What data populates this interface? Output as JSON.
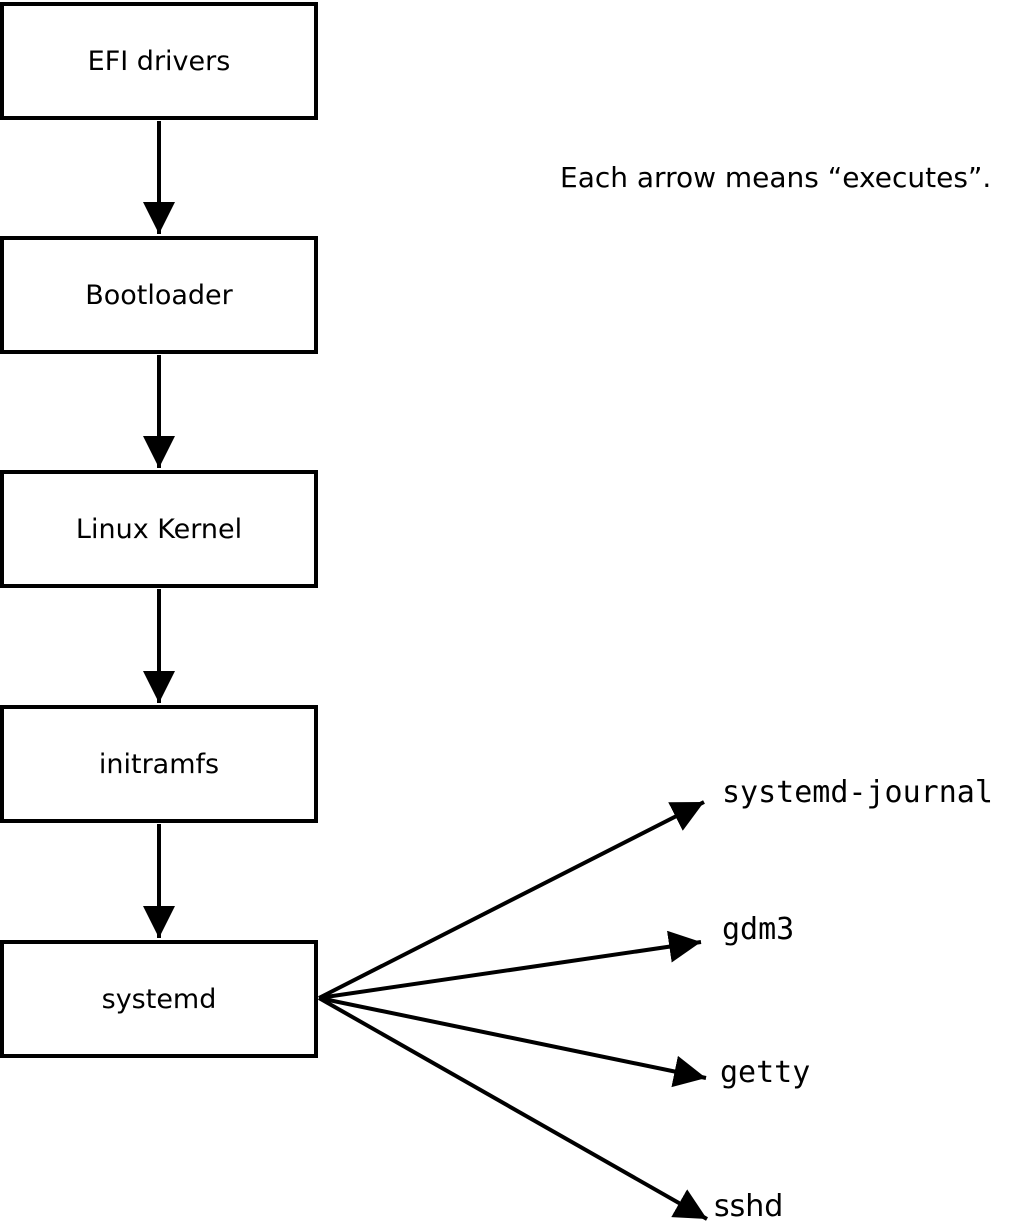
{
  "note": "Each arrow means “executes”.",
  "boot_chain": [
    {
      "label": "EFI drivers"
    },
    {
      "label": "Bootloader"
    },
    {
      "label": "Linux Kernel"
    },
    {
      "label": "initramfs"
    },
    {
      "label": "systemd"
    }
  ],
  "spawned_services": [
    {
      "label": "systemd-journal"
    },
    {
      "label": "gdm3"
    },
    {
      "label": "getty"
    },
    {
      "label": "sshd"
    }
  ],
  "colors": {
    "ink": "#000000",
    "paper": "#ffffff"
  }
}
